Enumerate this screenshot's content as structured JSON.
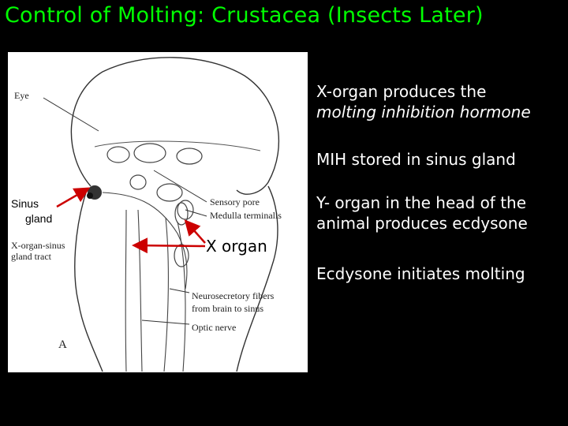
{
  "slide": {
    "title": "Control of Molting: Crustacea (Insects Later)",
    "colors": {
      "title": "#00ff00",
      "text": "#ffffff",
      "background": "#000000",
      "arrow": "#cc0000"
    }
  },
  "figure": {
    "labels": {
      "eye": "Eye",
      "sensory_pore": "Sensory pore",
      "medulla_terminalis": "Medulla terminalis",
      "x_organ_sinus_line1": "X-organ-sinus",
      "x_organ_sinus_line2": "gland tract",
      "neurosecretory_line1": "Neurosecretory fibers",
      "neurosecretory_line2": "from brain to sinus",
      "optic_nerve": "Optic nerve",
      "panel": "A"
    },
    "sinus_line1": "Sinus",
    "sinus_line2": "gland",
    "x_organ": "X organ"
  },
  "bullets": {
    "b1_line1": "X-organ produces the",
    "b1_line2": "molting inhibition hormone",
    "b2": "MIH stored in sinus gland",
    "b3_line1": "Y- organ in the head of the",
    "b3_line2": "animal produces ecdysone",
    "b4": "Ecdysone initiates molting"
  }
}
